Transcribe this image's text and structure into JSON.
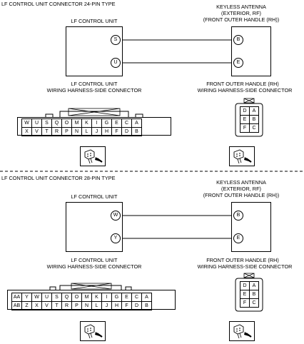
{
  "sections": [
    {
      "title": "LF CONTROL UNIT CONNECTOR 24-PIN TYPE",
      "left_unit": "LF CONTROL UNIT",
      "right_unit": [
        "KEYLESS ANTENNA",
        "(EXTERIOR, RF)",
        "(FRONT OUTER HANDLE (RH))"
      ],
      "left_terminals": [
        "S",
        "U"
      ],
      "right_terminals": [
        "B",
        "E"
      ],
      "left_connector_caption": [
        "LF CONTROL UNIT",
        "WIRING HARNESS-SIDE CONNECTOR"
      ],
      "right_connector_caption": [
        "FRONT OUTER HANDLE (RH)",
        "WIRING HARNESS-SIDE CONNECTOR"
      ],
      "left_connector_rows": [
        [
          "W",
          "U",
          "S",
          "Q",
          "O",
          "M",
          "K",
          "I",
          "G",
          "E",
          "C",
          "A"
        ],
        [
          "X",
          "V",
          "T",
          "R",
          "P",
          "N",
          "L",
          "J",
          "H",
          "F",
          "D",
          "B"
        ]
      ],
      "right_connector_rows": [
        [
          "D",
          "A"
        ],
        [
          "E",
          "B"
        ],
        [
          "F",
          "C"
        ]
      ]
    },
    {
      "title": "LF CONTROL UNIT CONNECTOR 28-PIN TYPE",
      "left_unit": "LF CONTROL UNIT",
      "right_unit": [
        "KEYLESS ANTENNA",
        "(EXTERIOR, RF)",
        "(FRONT OUTER HANDLE (RH))"
      ],
      "left_terminals": [
        "W",
        "Y"
      ],
      "right_terminals": [
        "B",
        "E"
      ],
      "left_connector_caption": [
        "LF CONTROL UNIT",
        "WIRING HARNESS-SIDE CONNECTOR"
      ],
      "right_connector_caption": [
        "FRONT OUTER HANDLE (RH)",
        "WIRING HARNESS-SIDE CONNECTOR"
      ],
      "left_connector_rows": [
        [
          "AA",
          "Y",
          "W",
          "U",
          "S",
          "Q",
          "O",
          "M",
          "K",
          "I",
          "G",
          "E",
          "C",
          "A"
        ],
        [
          "AB",
          "Z",
          "X",
          "V",
          "T",
          "R",
          "P",
          "N",
          "L",
          "J",
          "H",
          "F",
          "D",
          "B"
        ]
      ],
      "right_connector_rows": [
        [
          "D",
          "A"
        ],
        [
          "E",
          "B"
        ],
        [
          "F",
          "C"
        ]
      ]
    }
  ],
  "colors": {
    "line": "#000000",
    "background": "#ffffff"
  }
}
